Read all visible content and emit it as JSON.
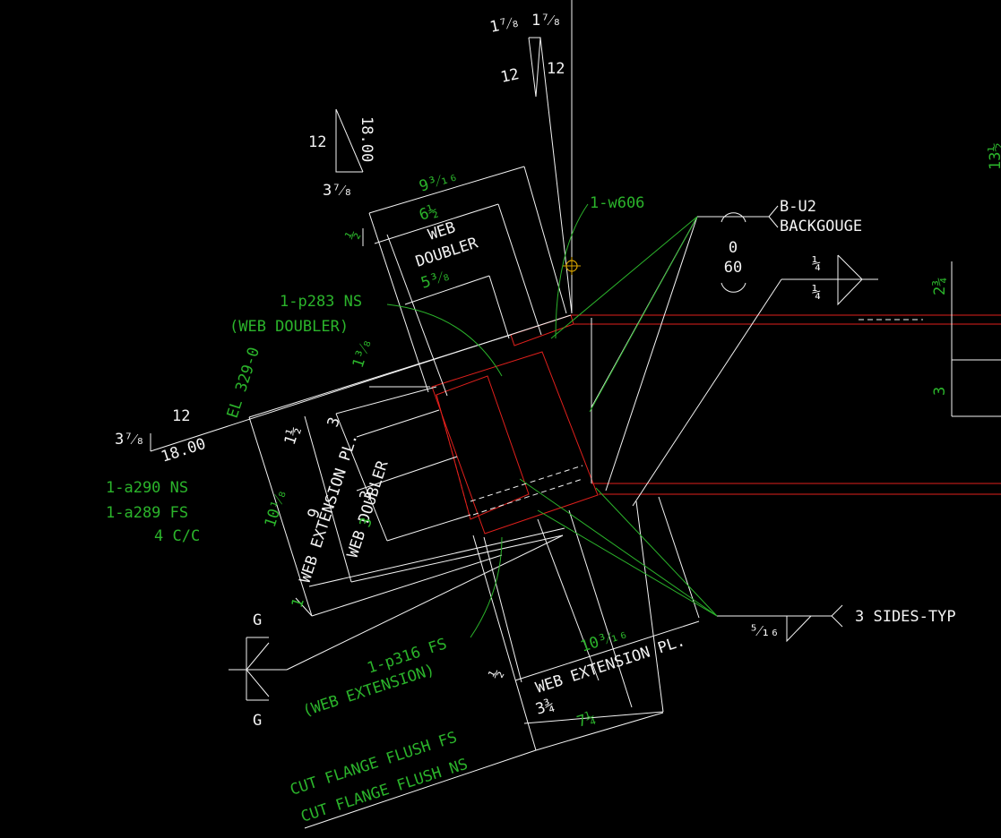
{
  "colors": {
    "background": "#000000",
    "drawing": "#f4f4f4",
    "callout": "#2bb42b",
    "member": "#e0201c",
    "cursor": "#d9a400"
  },
  "slopes": {
    "top_left_a": "1⁷⁄₈",
    "top_left_b": "12",
    "top_right_a": "1⁷⁄₈",
    "top_right_b": "12",
    "upper_vertical": "12",
    "upper_value": "18.00",
    "upper_horizontal": "3⁷⁄₈",
    "left_vertical": "12",
    "left_horizontal": "3⁷⁄₈",
    "left_value": "18.00"
  },
  "dimensions": {
    "d_9_3_16": "9³⁄₁₆",
    "d_6_1_2": "6½",
    "d_half_top": "½",
    "d_5_3_8": "5³⁄₈",
    "d_1_3_8": "1³⁄₈",
    "d_1_1_2": "1½",
    "d_3a": "3",
    "d_3b": "3",
    "d_3c": "3",
    "d_10_1_8": "10¹⁄₈",
    "d_9": "9",
    "d_1": "1",
    "d_half_bottom": "½",
    "d_10_3_16": "10³⁄₁₆",
    "d_3_3_4": "3¾",
    "d_7_1_4": "7¼",
    "right_2_3_4": "2¾",
    "right_3": "3",
    "right_edge": "13½"
  },
  "labels": {
    "web_doubler_1": "WEB",
    "web_doubler_2": "DOUBLER",
    "web_ext_pl_left": "WEB EXTENSION PL.",
    "web_doubler_left": "WEB DOUBLER",
    "elevation": "EL 329-0",
    "web_ext_pl_bottom": "WEB EXTENSION PL."
  },
  "callouts": {
    "w606": "1-w606",
    "p283_1": "1-p283 NS",
    "p283_2": "(WEB DOUBLER)",
    "a290": "1-a290 NS",
    "a289": "1-a289 FS",
    "spacing": "4 C/C",
    "p316_1": "1-p316 FS",
    "p316_2": "(WEB EXTENSION)",
    "cut_fs": "CUT FLANGE FLUSH FS",
    "cut_ns": "CUT FLANGE FLUSH NS"
  },
  "welds": {
    "bu2": "B-U2",
    "backgouge": "BACKGOUGE",
    "groove_angle": "0",
    "root_opening": "60",
    "fillet_top": "¼",
    "fillet_bottom": "¼",
    "fillet_size": "⁵⁄₁₆",
    "three_sides": "3 SIDES-TYP",
    "grind_top": "G",
    "grind_bottom": "G"
  }
}
